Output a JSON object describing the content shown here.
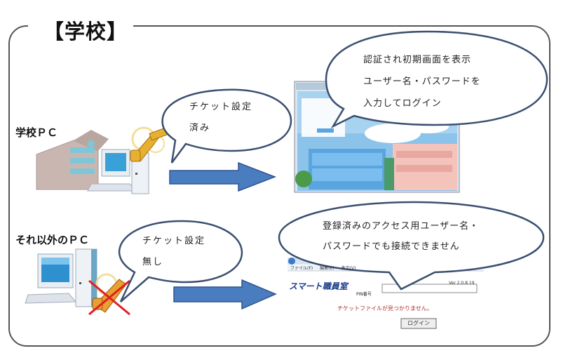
{
  "header": {
    "title": "【学校】"
  },
  "school_pc": {
    "label": "学校ＰＣ",
    "bubble_lines": [
      "チケット設定",
      "済み"
    ],
    "result_bubble_lines": [
      "認証され初期画面を表示",
      "ユーザー名・パスワードを",
      "入力してログイン"
    ]
  },
  "other_pc": {
    "label": "それ以外のＰＣ",
    "bubble_lines": [
      "チケット設定",
      "無し"
    ],
    "result_bubble_lines": [
      "登録済みのアクセス用ユーザー名・",
      "パスワードでも接続できません"
    ]
  },
  "login_window": {
    "menu_items": [
      "ファイル(F)",
      "編集(E)",
      "表示(V)"
    ],
    "logo": "スマート職員室",
    "version": "Ver 2.0.8.19",
    "pin_label": "PIN番号",
    "pin_value": "",
    "error_message": "チケットファイルが見つかりません。",
    "login_button": "ログイン"
  },
  "colors": {
    "arrow_fill": "#4a7cc0",
    "arrow_stroke": "#2f5590",
    "key_gold": "#e8b030",
    "cross_red": "#e02020",
    "error_red": "#b03030"
  }
}
